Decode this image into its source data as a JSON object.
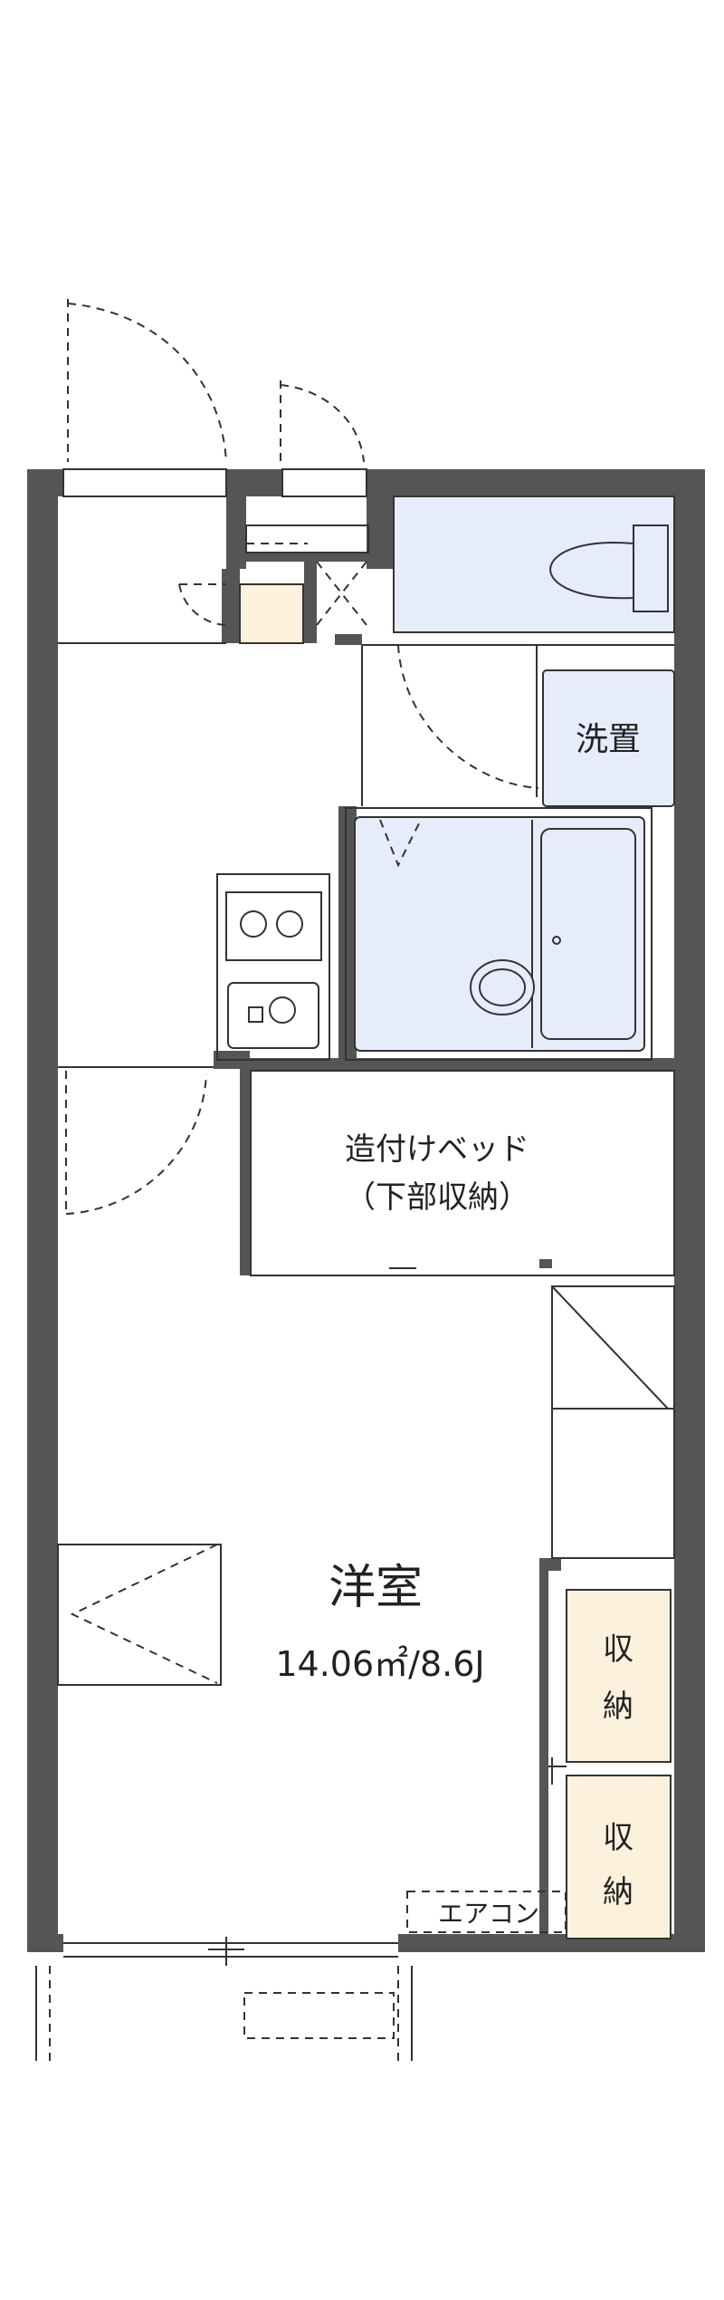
{
  "rooms": {
    "washer": "洗置",
    "bed_line1": "造付けベッド",
    "bed_line2": "（下部収納）",
    "western_room": "洋室",
    "area": "14.06㎡/8.6J",
    "storage_upper_1": "収",
    "storage_upper_2": "納",
    "storage_lower_1": "収",
    "storage_lower_2": "納",
    "aircon": "エアコン"
  },
  "colors": {
    "wall": "#555555",
    "fixture": "#e6ecfa",
    "closet": "#fbf1dc"
  }
}
